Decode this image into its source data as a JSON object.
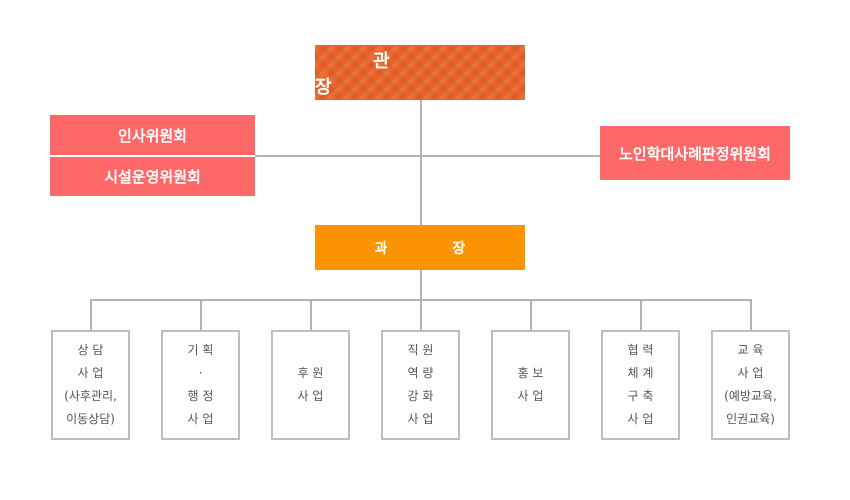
{
  "director": {
    "label": "관 장"
  },
  "committees_left": [
    {
      "label": "인사위원회"
    },
    {
      "label": "시설운영위원회"
    }
  ],
  "committee_right": {
    "label": "노인학대사례판정위원회"
  },
  "manager": {
    "label": "과 장"
  },
  "departments": [
    {
      "lines": [
        "상 담",
        "사 업",
        "(사후관리,",
        "이동상담)"
      ]
    },
    {
      "lines": [
        "기 획",
        "·",
        "행 정",
        "사 업"
      ]
    },
    {
      "lines": [
        "후 원",
        "사 업"
      ]
    },
    {
      "lines": [
        "직 원",
        "역 량",
        "강 화",
        "사 업"
      ]
    },
    {
      "lines": [
        "홍 보",
        "사 업"
      ]
    },
    {
      "lines": [
        "협 력",
        "체 계",
        "구 축",
        "사 업"
      ]
    },
    {
      "lines": [
        "교 육",
        "사 업",
        "(예방교육,",
        "인권교육)"
      ]
    }
  ],
  "colors": {
    "director": "#ea6228",
    "committee": "#ff6868",
    "manager": "#fb9400",
    "connector": "#b3b3b3",
    "dept_border": "#bdbdbd",
    "dept_text": "#555555"
  }
}
